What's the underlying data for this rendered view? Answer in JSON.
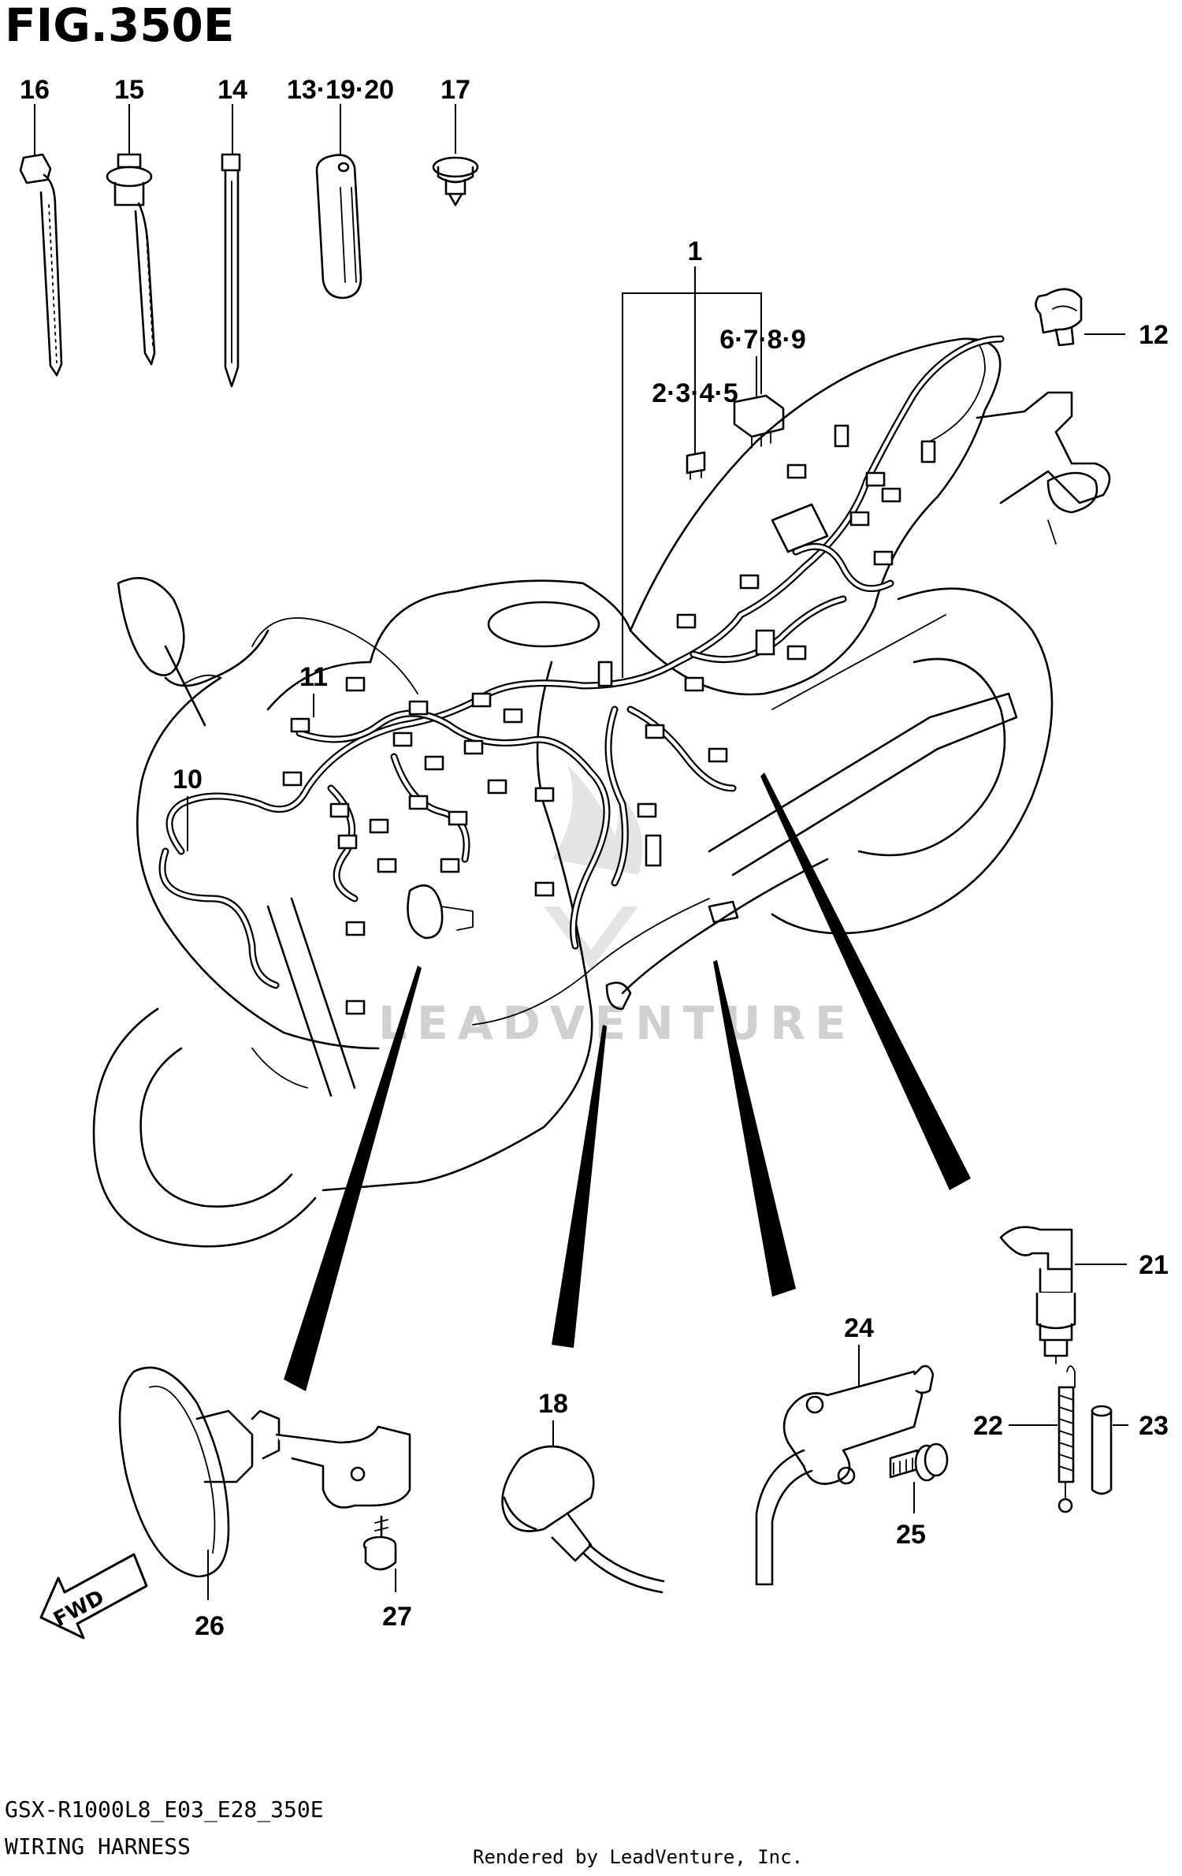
{
  "figure": {
    "title": "FIG.350E",
    "code": "GSX-R1000L8_E03_E28_350E",
    "name": "WIRING HARNESS",
    "rendered_by": "Rendered by LeadVenture, Inc.",
    "watermark": "LEADVENTURE"
  },
  "callouts": {
    "c1": "1",
    "c2_5": "2·3·4·5",
    "c6_9": "6·7·8·9",
    "c10": "10",
    "c11": "11",
    "c12": "12",
    "c13_20": "13·19·20",
    "c14": "14",
    "c15": "15",
    "c16": "16",
    "c17": "17",
    "c18": "18",
    "c21": "21",
    "c22": "22",
    "c23": "23",
    "c24": "24",
    "c25": "25",
    "c26": "26",
    "c27": "27"
  },
  "direction_arrow": "FWD",
  "colors": {
    "ink": "#000000",
    "watermark": "#d0d0d0"
  }
}
